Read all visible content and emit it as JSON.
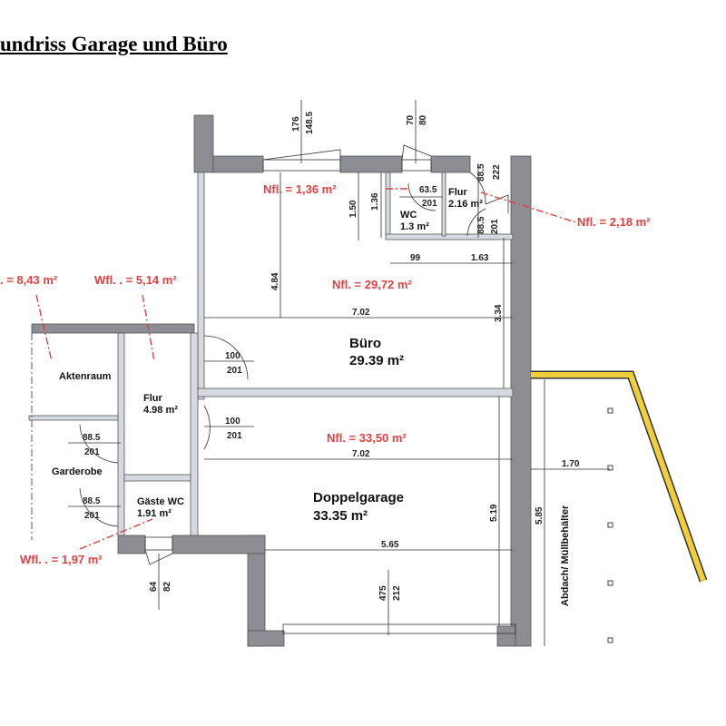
{
  "title": "undriss Garage und Büro",
  "rooms": {
    "buero": {
      "name": "Büro",
      "area": "29.39 m²"
    },
    "garage": {
      "name": "Doppelgarage",
      "area": "33.35 m²"
    },
    "wc": {
      "name": "WC",
      "area": "1.3 m²"
    },
    "flur_top": {
      "name": "Flur",
      "area": "2.16 m²"
    },
    "flur_left": {
      "name": "Flur",
      "area": "4.98 m²"
    },
    "gaeste_wc": {
      "name": "Gäste WC",
      "area": "1.91 m²"
    },
    "aktenraum": {
      "name": "Aktenraum"
    },
    "garderobe": {
      "name": "Garderobe"
    },
    "abdach": {
      "name": "Abdach/ Müllbehälter"
    }
  },
  "areas": {
    "nfl_136": "Nfl. = 1,36 m²",
    "nfl_218": "Nfl. = 2,18 m²",
    "nfl_2972": "Nfl. = 29,72 m²",
    "nfl_3350": "Nfl. = 33,50 m²",
    "wfl_843": ". = 8,43 m²",
    "wfl_514": "Wfl. . = 5,14 m²",
    "wfl_197": "Wfl. . = 1,97 m²"
  },
  "dims": {
    "w1a": "176",
    "w1b": "148.5",
    "w2a": "70",
    "w2b": "80",
    "d150": "1.50",
    "d136": "1.36",
    "wc_door_w": "63.5",
    "wc_door_h": "201",
    "fl_d1w": "88.5",
    "fl_d1h": "222",
    "fl_d2w": "88.5",
    "fl_d2h": "201",
    "d99": "99",
    "d163": "1.63",
    "d484": "4.84",
    "d702a": "7.02",
    "d334": "3.34",
    "bd_w": "100",
    "bd_h": "201",
    "gd_w": "100",
    "gd_h": "201",
    "d702b": "7.02",
    "gar1_w": "88.5",
    "gar1_h": "201",
    "gar2_w": "88.5",
    "gar2_h": "201",
    "d519": "5.19",
    "d565": "5.65",
    "d585": "5.85",
    "d170": "1.70",
    "gw_a": "64",
    "gw_b": "82",
    "gt_a": "475",
    "gt_b": "212"
  },
  "colors": {
    "wall": "#8c8e94",
    "inner_wall": "#d6dae0",
    "area_label": "#e04040",
    "roof_line": "#f0cf3a"
  }
}
